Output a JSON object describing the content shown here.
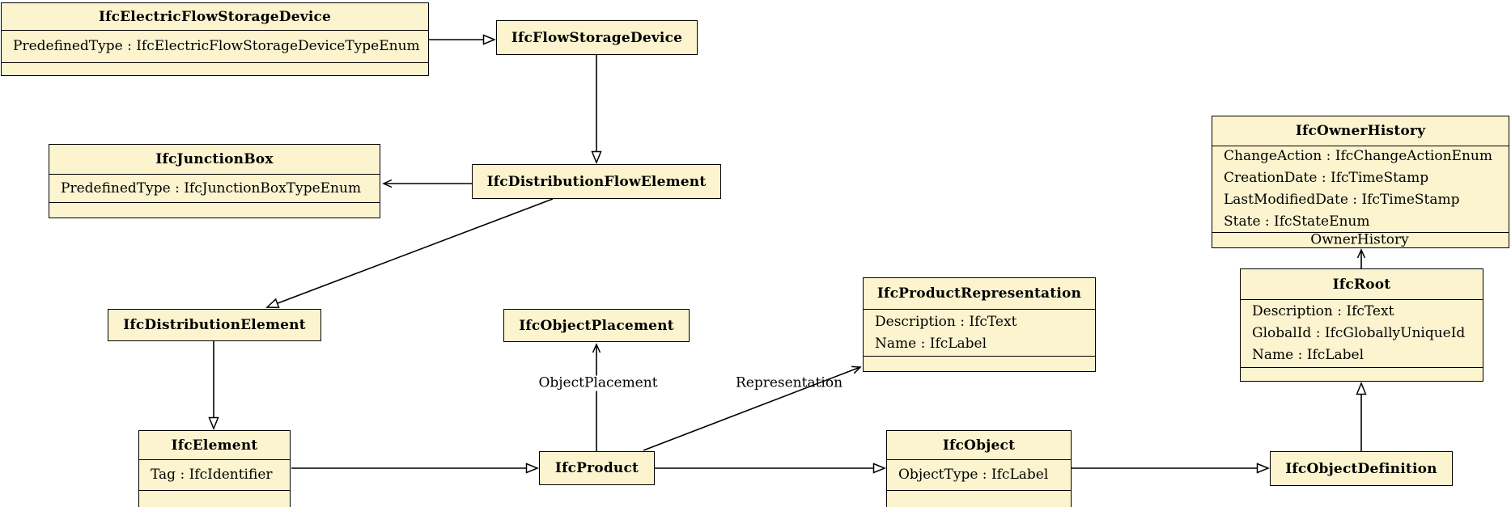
{
  "diagram": {
    "kind": "uml-class-diagram",
    "colors": {
      "box_fill": "#FBF4CF",
      "border": "#000000",
      "background": "#FFFFFF"
    },
    "classes": [
      {
        "title": "IfcElectricFlowStorageDevice",
        "attributes": [
          "PredefinedType : IfcElectricFlowStorageDeviceTypeEnum"
        ]
      },
      {
        "title": "IfcFlowStorageDevice",
        "attributes": []
      },
      {
        "title": "IfcJunctionBox",
        "attributes": [
          "PredefinedType : IfcJunctionBoxTypeEnum"
        ]
      },
      {
        "title": "IfcDistributionFlowElement",
        "attributes": []
      },
      {
        "title": "IfcOwnerHistory",
        "attributes": [
          "ChangeAction : IfcChangeActionEnum",
          "CreationDate : IfcTimeStamp",
          "LastModifiedDate : IfcTimeStamp",
          "State : IfcStateEnum"
        ]
      },
      {
        "title": "IfcDistributionElement",
        "attributes": []
      },
      {
        "title": "IfcObjectPlacement",
        "attributes": []
      },
      {
        "title": "IfcProductRepresentation",
        "attributes": [
          "Description : IfcText",
          "Name : IfcLabel"
        ]
      },
      {
        "title": "IfcRoot",
        "attributes": [
          "Description : IfcText",
          "GlobalId : IfcGloballyUniqueId",
          "Name : IfcLabel"
        ]
      },
      {
        "title": "IfcElement",
        "attributes": [
          "Tag : IfcIdentifier"
        ]
      },
      {
        "title": "IfcProduct",
        "attributes": []
      },
      {
        "title": "IfcObject",
        "attributes": [
          "ObjectType : IfcLabel"
        ]
      },
      {
        "title": "IfcObjectDefinition",
        "attributes": []
      }
    ],
    "edge_labels": {
      "object_placement": "ObjectPlacement",
      "representation": "Representation",
      "owner_history": "OwnerHistory"
    },
    "relationships": [
      {
        "from": "IfcElectricFlowStorageDevice",
        "to": "IfcFlowStorageDevice",
        "type": "generalization"
      },
      {
        "from": "IfcFlowStorageDevice",
        "to": "IfcDistributionFlowElement",
        "type": "generalization"
      },
      {
        "from": "IfcDistributionFlowElement",
        "to": "IfcJunctionBox",
        "type": "association"
      },
      {
        "from": "IfcDistributionFlowElement",
        "to": "IfcDistributionElement",
        "type": "generalization"
      },
      {
        "from": "IfcDistributionElement",
        "to": "IfcElement",
        "type": "generalization"
      },
      {
        "from": "IfcElement",
        "to": "IfcProduct",
        "type": "generalization"
      },
      {
        "from": "IfcProduct",
        "to": "IfcObject",
        "type": "generalization"
      },
      {
        "from": "IfcObject",
        "to": "IfcObjectDefinition",
        "type": "generalization"
      },
      {
        "from": "IfcObjectDefinition",
        "to": "IfcRoot",
        "type": "generalization"
      },
      {
        "from": "IfcRoot",
        "to": "IfcOwnerHistory",
        "type": "association",
        "label": "OwnerHistory"
      },
      {
        "from": "IfcProduct",
        "to": "IfcObjectPlacement",
        "type": "association",
        "label": "ObjectPlacement"
      },
      {
        "from": "IfcProduct",
        "to": "IfcProductRepresentation",
        "type": "association",
        "label": "Representation"
      }
    ]
  }
}
